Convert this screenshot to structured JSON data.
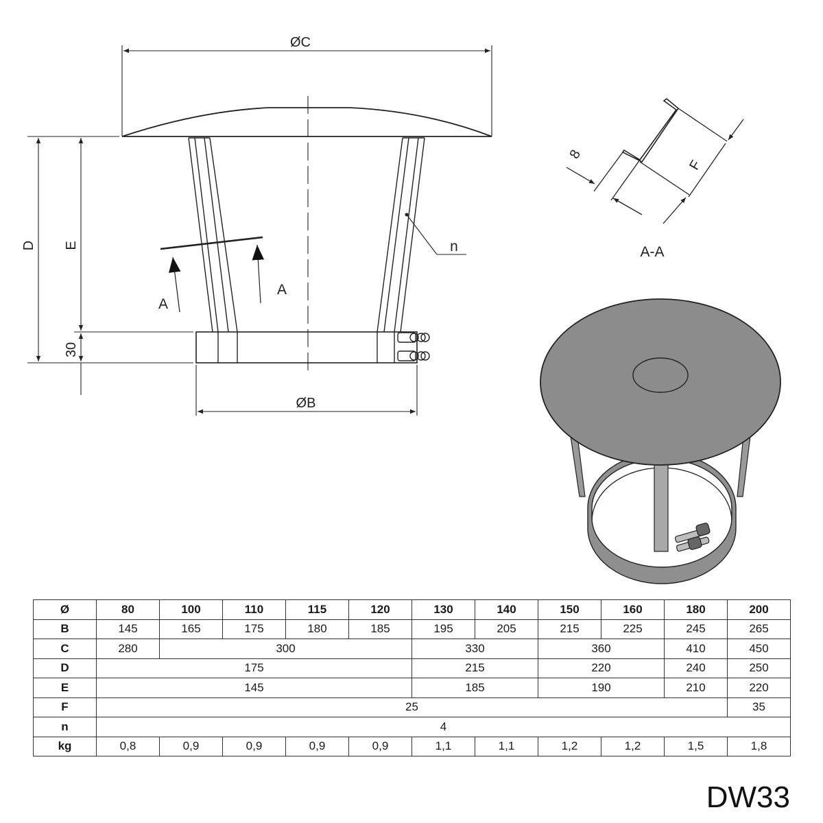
{
  "drawing": {
    "dims": {
      "c": "ØC",
      "b": "ØB",
      "d": "D",
      "e": "E",
      "h30": "30",
      "f": "F",
      "t8": "8"
    },
    "labels": {
      "a_left": "A",
      "a_right": "A",
      "n": "n",
      "section": "A-A"
    }
  },
  "table": {
    "rows": [
      {
        "label": "Ø",
        "bold": true,
        "cells": [
          {
            "v": "80",
            "span": 1
          },
          {
            "v": "100",
            "span": 1
          },
          {
            "v": "110",
            "span": 1
          },
          {
            "v": "115",
            "span": 1
          },
          {
            "v": "120",
            "span": 1
          },
          {
            "v": "130",
            "span": 1
          },
          {
            "v": "140",
            "span": 1
          },
          {
            "v": "150",
            "span": 1
          },
          {
            "v": "160",
            "span": 1
          },
          {
            "v": "180",
            "span": 1
          },
          {
            "v": "200",
            "span": 1
          }
        ]
      },
      {
        "label": "B",
        "bold": false,
        "cells": [
          {
            "v": "145",
            "span": 1
          },
          {
            "v": "165",
            "span": 1
          },
          {
            "v": "175",
            "span": 1
          },
          {
            "v": "180",
            "span": 1
          },
          {
            "v": "185",
            "span": 1
          },
          {
            "v": "195",
            "span": 1
          },
          {
            "v": "205",
            "span": 1
          },
          {
            "v": "215",
            "span": 1
          },
          {
            "v": "225",
            "span": 1
          },
          {
            "v": "245",
            "span": 1
          },
          {
            "v": "265",
            "span": 1
          }
        ]
      },
      {
        "label": "C",
        "bold": false,
        "cells": [
          {
            "v": "280",
            "span": 1
          },
          {
            "v": "300",
            "span": 4
          },
          {
            "v": "330",
            "span": 2
          },
          {
            "v": "360",
            "span": 2
          },
          {
            "v": "410",
            "span": 1
          },
          {
            "v": "450",
            "span": 1
          }
        ]
      },
      {
        "label": "D",
        "bold": false,
        "cells": [
          {
            "v": "175",
            "span": 5
          },
          {
            "v": "215",
            "span": 2
          },
          {
            "v": "220",
            "span": 2
          },
          {
            "v": "240",
            "span": 1
          },
          {
            "v": "250",
            "span": 1
          }
        ]
      },
      {
        "label": "E",
        "bold": false,
        "cells": [
          {
            "v": "145",
            "span": 5
          },
          {
            "v": "185",
            "span": 2
          },
          {
            "v": "190",
            "span": 2
          },
          {
            "v": "210",
            "span": 1
          },
          {
            "v": "220",
            "span": 1
          }
        ]
      },
      {
        "label": "F",
        "bold": false,
        "cells": [
          {
            "v": "25",
            "span": 10
          },
          {
            "v": "35",
            "span": 1
          }
        ]
      },
      {
        "label": "n",
        "bold": false,
        "cells": [
          {
            "v": "4",
            "span": 11
          }
        ]
      },
      {
        "label": "kg",
        "bold": false,
        "cells": [
          {
            "v": "0,8",
            "span": 1
          },
          {
            "v": "0,9",
            "span": 1
          },
          {
            "v": "0,9",
            "span": 1
          },
          {
            "v": "0,9",
            "span": 1
          },
          {
            "v": "0,9",
            "span": 1
          },
          {
            "v": "1,1",
            "span": 1
          },
          {
            "v": "1,1",
            "span": 1
          },
          {
            "v": "1,2",
            "span": 1
          },
          {
            "v": "1,2",
            "span": 1
          },
          {
            "v": "1,5",
            "span": 1
          },
          {
            "v": "1,8",
            "span": 1
          }
        ]
      }
    ]
  },
  "product_code": "DW33"
}
